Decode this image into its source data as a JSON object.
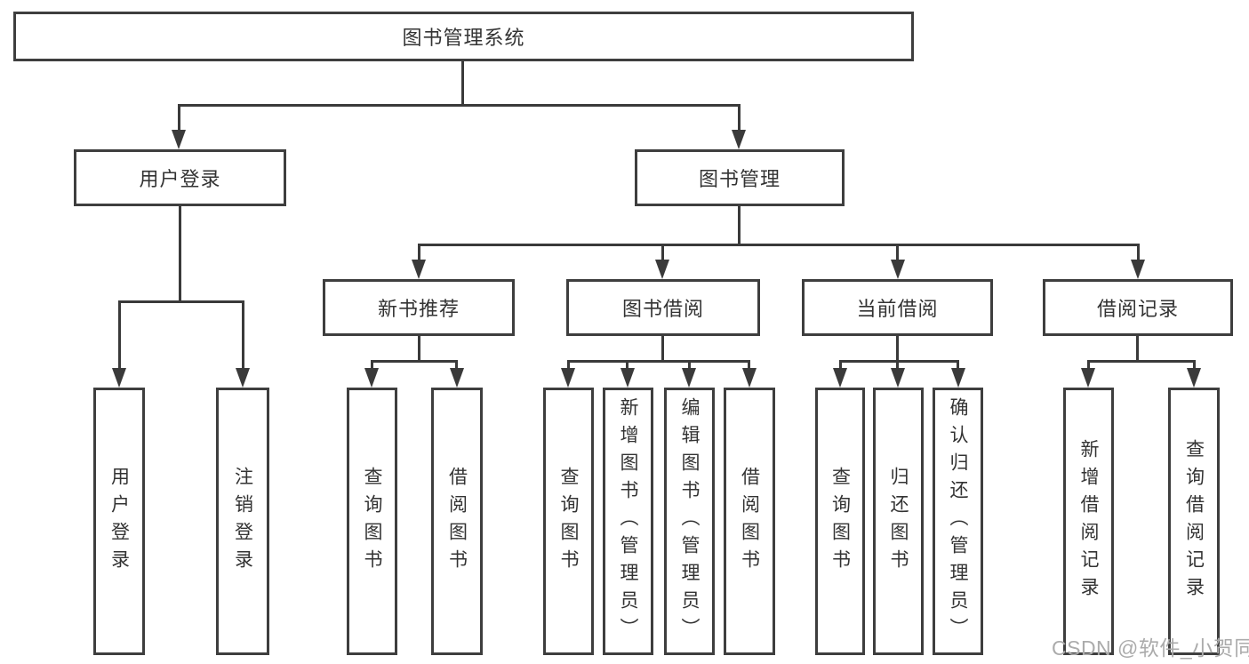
{
  "diagram": {
    "nodes": {
      "root": {
        "label": "图书管理系统"
      },
      "user_login": {
        "label": "用户登录"
      },
      "book_mgmt": {
        "label": "图书管理"
      },
      "new_books": {
        "label": "新书推荐"
      },
      "book_borrow": {
        "label": "图书借阅"
      },
      "current_borrow": {
        "label": "当前借阅"
      },
      "borrow_records": {
        "label": "借阅记录"
      }
    },
    "leaves": {
      "user_login": [
        "用户登录",
        "注销登录"
      ],
      "new_books": [
        "查询图书",
        "借阅图书"
      ],
      "book_borrow": [
        "查询图书",
        "新增图书（管理员）",
        "编辑图书（管理员）",
        "借阅图书"
      ],
      "current_borrow": [
        "查询图书",
        "归还图书",
        "确认归还（管理员）"
      ],
      "borrow_records": [
        "新增借阅记录",
        "查询借阅记录"
      ]
    },
    "colors": {
      "line": "#3a3a3a",
      "border": "#3e3e3e",
      "text": "#333333",
      "background": "#ffffff",
      "watermark": "#ababab"
    },
    "watermark": "CSDN @软件_小贺同学"
  }
}
